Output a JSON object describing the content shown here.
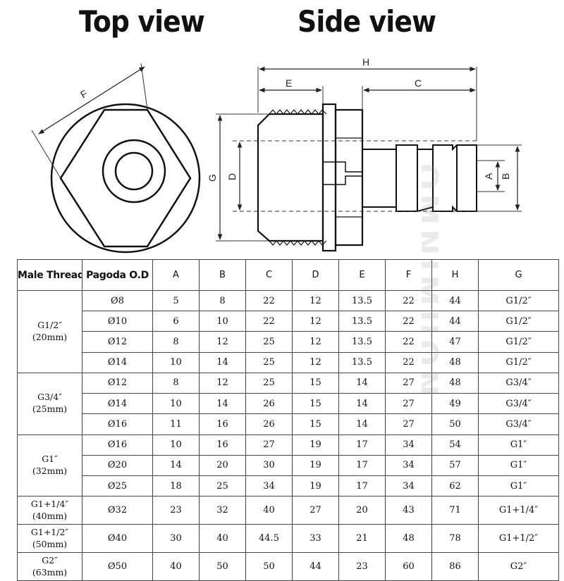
{
  "headings": {
    "top_view": "Top view",
    "side_view": "Side view"
  },
  "watermark": "OMNIMUON",
  "dimension_labels": {
    "F": "F",
    "H": "H",
    "E": "E",
    "C": "C",
    "G": "G",
    "D": "D",
    "A": "A",
    "B": "B"
  },
  "table": {
    "headers": [
      "Male Thread",
      "Pagoda O.D",
      "A",
      "B",
      "C",
      "D",
      "E",
      "F",
      "H",
      "G"
    ],
    "groups": [
      {
        "thread": "G1/2″\n(20mm)",
        "rows": [
          [
            "Ø8",
            "5",
            "8",
            "22",
            "12",
            "13.5",
            "22",
            "44",
            "G1/2″"
          ],
          [
            "Ø10",
            "6",
            "10",
            "22",
            "12",
            "13.5",
            "22",
            "44",
            "G1/2″"
          ],
          [
            "Ø12",
            "8",
            "12",
            "25",
            "12",
            "13.5",
            "22",
            "47",
            "G1/2″"
          ],
          [
            "Ø14",
            "10",
            "14",
            "25",
            "12",
            "13.5",
            "22",
            "48",
            "G1/2″"
          ]
        ]
      },
      {
        "thread": "G3/4″\n(25mm)",
        "rows": [
          [
            "Ø12",
            "8",
            "12",
            "25",
            "15",
            "14",
            "27",
            "48",
            "G3/4″"
          ],
          [
            "Ø14",
            "10",
            "14",
            "26",
            "15",
            "14",
            "27",
            "49",
            "G3/4″"
          ],
          [
            "Ø16",
            "11",
            "16",
            "26",
            "15",
            "14",
            "27",
            "50",
            "G3/4″"
          ]
        ]
      },
      {
        "thread": "G1″\n(32mm)",
        "rows": [
          [
            "Ø16",
            "10",
            "16",
            "27",
            "19",
            "17",
            "34",
            "54",
            "G1″"
          ],
          [
            "Ø20",
            "14",
            "20",
            "30",
            "19",
            "17",
            "34",
            "57",
            "G1″"
          ],
          [
            "Ø25",
            "18",
            "25",
            "34",
            "19",
            "17",
            "34",
            "62",
            "G1″"
          ]
        ]
      },
      {
        "thread": "G1+1/4″\n(40mm)",
        "rows": [
          [
            "Ø32",
            "23",
            "32",
            "40",
            "27",
            "20",
            "43",
            "71",
            "G1+1/4″"
          ]
        ]
      },
      {
        "thread": "G1+1/2″\n(50mm)",
        "rows": [
          [
            "Ø40",
            "30",
            "40",
            "44.5",
            "33",
            "21",
            "48",
            "78",
            "G1+1/2″"
          ]
        ]
      },
      {
        "thread": "G2″\n(63mm)",
        "rows": [
          [
            "Ø50",
            "40",
            "50",
            "50",
            "44",
            "23",
            "60",
            "86",
            "G2″"
          ]
        ]
      }
    ]
  }
}
